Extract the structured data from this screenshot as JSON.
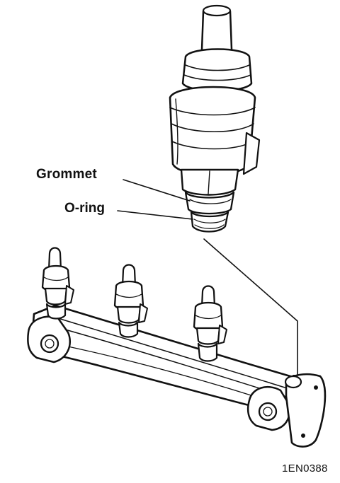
{
  "labels": {
    "grommet": "Grommet",
    "oring": "O-ring",
    "figure_code": "1EN0388"
  }
}
